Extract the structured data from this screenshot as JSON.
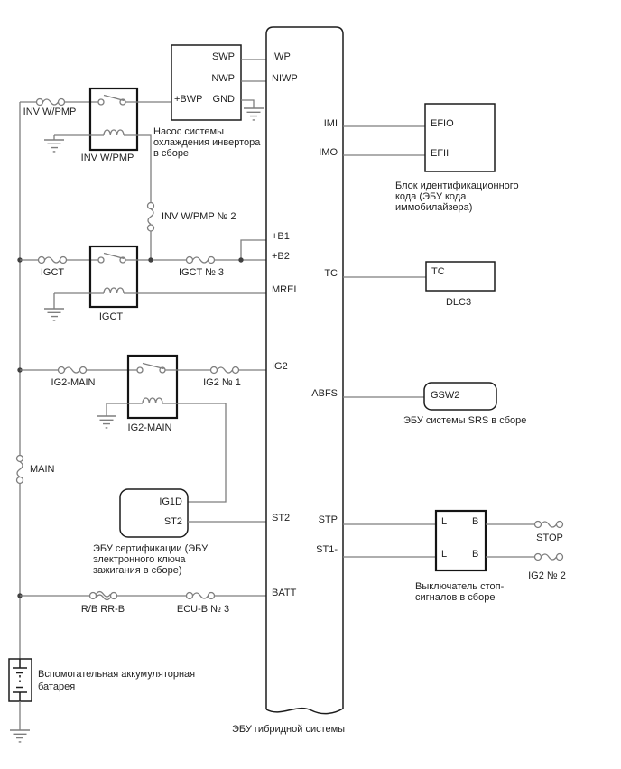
{
  "colors": {
    "wire": "#7e7e7e",
    "outline": "#1c1c1c",
    "text": "#222222",
    "background": "#ffffff"
  },
  "ecu": {
    "name": "ЭБУ гибридной системы",
    "pins_left": {
      "iwp": "IWP",
      "niwp": "NIWP",
      "b1": "+B1",
      "b2": "+B2",
      "mrel": "MREL",
      "ig2": "IG2",
      "st2": "ST2",
      "batt": "BATT"
    },
    "pins_right": {
      "imi": "IMI",
      "imo": "IMO",
      "tc": "TC",
      "abfs": "ABFS",
      "stp": "STP",
      "st1": "ST1-"
    }
  },
  "pump": {
    "pins": {
      "swp": "SWP",
      "nwp": "NWP",
      "bwp": "+BWP",
      "gnd": "GND"
    },
    "label_lines": [
      "Насос системы",
      "охлаждения инвертора",
      "в сборе"
    ]
  },
  "immobilizer": {
    "pins": {
      "efio": "EFIO",
      "efii": "EFII"
    },
    "label_lines": [
      "Блок идентификационного",
      "кода (ЭБУ кода",
      "иммобилайзера)"
    ]
  },
  "dlc3": {
    "pin": "TC",
    "label": "DLC3"
  },
  "srs": {
    "pin": "GSW2",
    "label": "ЭБУ системы SRS в сборе"
  },
  "stop_switch": {
    "pins": {
      "l1": "L",
      "b1": "B",
      "l2": "L",
      "b2": "B"
    },
    "label_lines": [
      "Выключатель стоп-",
      "сигналов в сборе"
    ]
  },
  "cert_ecu": {
    "pins": {
      "ig1d": "IG1D",
      "st2": "ST2"
    },
    "label_lines": [
      "ЭБУ сертификации (ЭБУ",
      "электронного ключа",
      "зажигания в сборе)"
    ]
  },
  "battery": {
    "label_lines": [
      "Вспомогательная аккумуляторная",
      "батарея"
    ]
  },
  "relays": {
    "inv_wpmp": "INV W/PMP",
    "igct": "IGCT",
    "ig2_main": "IG2-MAIN"
  },
  "fuses": {
    "inv_wpmp": "INV W/PMP",
    "inv_wpmp2": "INV W/PMP № 2",
    "igct": "IGCT",
    "igct3": "IGCT № 3",
    "ig2_main": "IG2-MAIN",
    "ig2_1": "IG2 № 1",
    "main": "MAIN",
    "rb_rrb": "R/B RR-B",
    "ecub3": "ECU-B № 3",
    "stop": "STOP",
    "ig2_2": "IG2 № 2"
  }
}
